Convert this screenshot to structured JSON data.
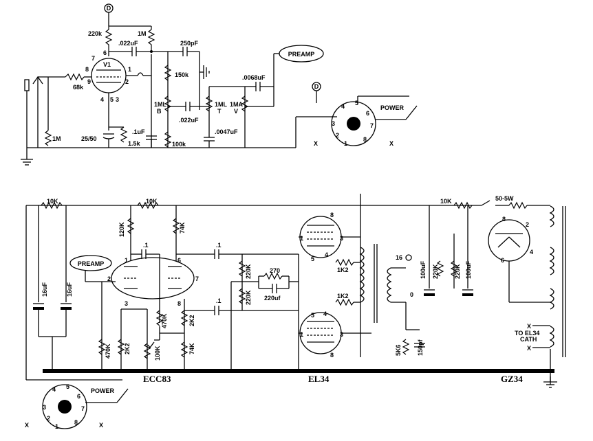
{
  "top": {
    "d_top": "D",
    "d_socket": "D",
    "r_220k": "220k",
    "r_1m_top": "1M",
    "c_022_a": ".022uF",
    "c_250pf": "250pF",
    "r_150k": "150k",
    "r_68k": "68k",
    "tube_v1": "V1",
    "pin6": "6",
    "pin7": "7",
    "pin8": "8",
    "pin9": "9",
    "pin1": "1",
    "pin2": "2",
    "pin3": "3",
    "pin4": "4",
    "pin5": "5",
    "pot_1mlb": "1ML\nB",
    "pot_1mlt": "1ML\nT",
    "pot_1mav": "1MA\nV",
    "c_0068": ".0068uF",
    "c_022_b": ".022uF",
    "c_0047": ".0047uF",
    "r_1m_in": "1M",
    "c_2550": "25/50",
    "c_1uf": ".1uF",
    "r_1_5k": "1.5k",
    "r_100k": "100k",
    "preamp": "PREAMP",
    "power": "POWER",
    "sock_pins": [
      "4",
      "5",
      "6",
      "3",
      "7",
      "2",
      "1",
      "8"
    ],
    "x1": "X",
    "x2": "X"
  },
  "bottom": {
    "r_10k_a": "10K",
    "r_10k_b": "10K",
    "r_10k_c": "10K",
    "r_120k": "120K",
    "r_74k_a": "74K",
    "c_1_a": ".1",
    "c_1_b": ".1",
    "c_1_c": ".1",
    "preamp": "PREAMP",
    "c_16uf_a": "16uF",
    "c_16uf_b": "16uF",
    "r_220k_a": "220K",
    "r_220k_b": "220K",
    "r_270": "270",
    "c_220uf": "220uf",
    "r_470k_a": "470K",
    "r_2k2_a": "2K2",
    "r_470k_b": "470K",
    "pot_100k": "100K",
    "r_2k2_b": "2K2",
    "r_74k_b": "74K",
    "r_1k2_a": "1K2",
    "r_1k2_b": "1K2",
    "tap_16": "16",
    "tap_0": "0",
    "r_5k6": "5K6",
    "c_150pf": "150pf",
    "c_100uf_a": "100uF",
    "c_100uf_b": "100uF",
    "r_220k_c": "220K",
    "r_220k_d": "220K",
    "r_10k_d": "10K",
    "fuse": "50-5W",
    "to_el34": "TO EL34\nCATH",
    "tube_ecc83": "ECC83",
    "tube_el34": "EL34",
    "tube_gz34": "GZ34",
    "power": "POWER",
    "pins_v1": [
      "1",
      "2",
      "3",
      "6",
      "7",
      "8"
    ],
    "pins_el34": [
      "1",
      "3",
      "4",
      "5",
      "8"
    ],
    "pins_gz34": [
      "8",
      "2",
      "4",
      "6"
    ],
    "sock_pins": [
      "4",
      "5",
      "6",
      "3",
      "7",
      "2",
      "1",
      "8"
    ],
    "x1": "X",
    "x2": "X",
    "x3": "X",
    "x4": "X"
  }
}
